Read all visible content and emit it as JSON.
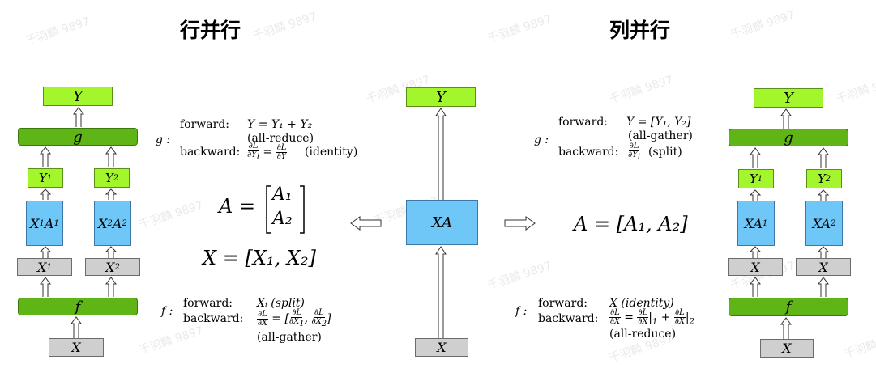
{
  "titles": {
    "row_parallel": "行并行",
    "col_parallel": "列并行"
  },
  "watermark": "千羽麟 9897",
  "left": {
    "top_output": "Y",
    "g_label": "g",
    "y1": "Y",
    "y1_sub": "1",
    "y2": "Y",
    "y2_sub": "2",
    "x1a1": "X",
    "x1a1_sub": "1",
    "x1a1_b": "A",
    "x1a1_b_sub": "1",
    "x2a2": "X",
    "x2a2_sub": "2",
    "x2a2_b": "A",
    "x2a2_b_sub": "2",
    "x1": "X",
    "x1_sub": "1",
    "x2": "X",
    "x2_sub": "2",
    "f_label": "f",
    "bottom_input": "X"
  },
  "left_text": {
    "g_prefix": "g :",
    "g_forward": "forward:",
    "g_forward_math": "Y = Y₁ + Y₂",
    "g_forward_note": "(all-reduce)",
    "g_backward": "backward:",
    "g_backward_note": "(identity)",
    "a_eq": "A =",
    "a1": "A₁",
    "a2": "A₂",
    "x_eq": "X = [X₁, X₂]",
    "f_prefix": "f :",
    "f_forward": "forward:",
    "f_forward_math": "Xᵢ (split)",
    "f_backward": "backward:",
    "f_backward_note": "(all-gather)"
  },
  "center": {
    "top_output": "Y",
    "middle": "XA",
    "bottom_input": "X"
  },
  "right_text": {
    "g_prefix": "g :",
    "g_forward": "forward:",
    "g_forward_math": "Y = [Y₁, Y₂]",
    "g_forward_note": "(all-gather)",
    "g_backward": "backward:",
    "g_backward_note": "(split)",
    "a_eq": "A = [A₁, A₂]",
    "f_prefix": "f :",
    "f_forward": "forward:",
    "f_forward_math": "X (identity)",
    "f_backward": "backward:",
    "f_backward_note": "(all-reduce)"
  },
  "right": {
    "top_output": "Y",
    "g_label": "g",
    "y1": "Y",
    "y1_sub": "1",
    "y2": "Y",
    "y2_sub": "2",
    "xa1": "XA",
    "xa1_sub": "1",
    "xa2": "XA",
    "xa2_sub": "2",
    "x1": "X",
    "x2": "X",
    "f_label": "f",
    "bottom_input": "X"
  },
  "colors": {
    "lime": "#a3f52c",
    "green": "#5eb515",
    "blue": "#6fc7f7",
    "gray": "#cfcfcf"
  }
}
